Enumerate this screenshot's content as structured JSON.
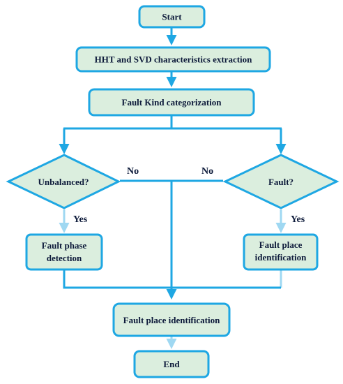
{
  "colors": {
    "stroke": "#1ea7e3",
    "fill": "#dbeede",
    "edge_light": "#9fd8f2",
    "text": "#0d1a3a"
  },
  "nodes": {
    "start": "Start",
    "extraction": "HHT and SVD characteristics extraction",
    "categorization": "Fault Kind categorization",
    "unbalanced": "Unbalanced?",
    "fault": "Fault?",
    "phase_detection": [
      "Fault phase",
      "detection"
    ],
    "place_identification_right": [
      "Fault place",
      "identification"
    ],
    "place_identification": "Fault place identification",
    "end": "End"
  },
  "labels": {
    "no_left": "No",
    "no_right": "No",
    "yes_left": "Yes",
    "yes_right": "Yes"
  }
}
